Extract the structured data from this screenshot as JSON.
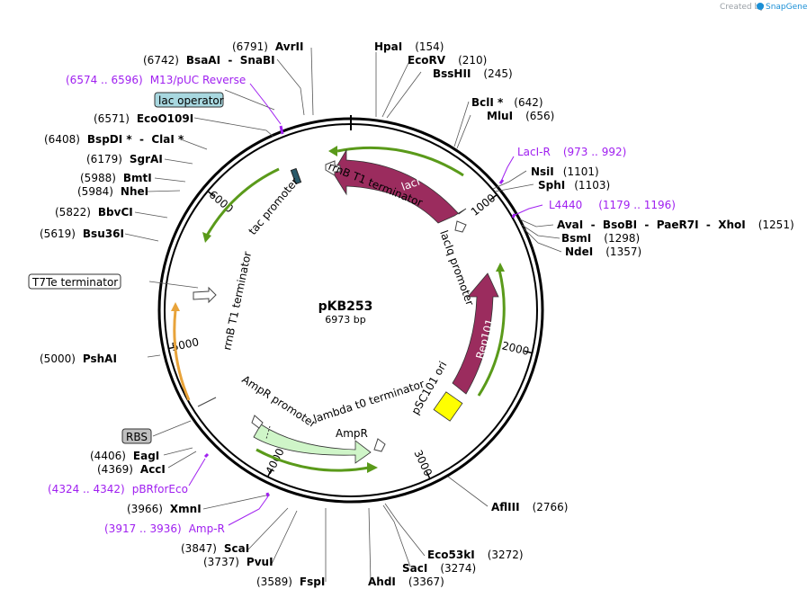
{
  "credit": {
    "prefix": "Created by",
    "brand": "SnapGene",
    "brand_color": "#1a8fd6"
  },
  "plasmid": {
    "name": "pKB253",
    "size_label": "6973 bp",
    "length": 6973
  },
  "colors": {
    "lacI": "#9b2c5e",
    "Rep101": "#9b2c5e",
    "AmpR": "#cff5c8",
    "ori": "#ffff00",
    "orf_green": "#5a9a1a",
    "orf_orange": "#e8a33a",
    "primer": "#a020f0",
    "lac_operator_box": "#a8d8e0",
    "rbs_box": "#c0c0c0"
  },
  "ticks": [
    {
      "pos": 1000,
      "label": "1000"
    },
    {
      "pos": 2000,
      "label": "2000"
    },
    {
      "pos": 3000,
      "label": "3000"
    },
    {
      "pos": 4000,
      "label": "4000"
    },
    {
      "pos": 5000,
      "label": "5000"
    },
    {
      "pos": 6000,
      "label": "6000"
    }
  ],
  "sites": [
    {
      "name": "HpaI",
      "pos": "(154)"
    },
    {
      "name": "EcoRV",
      "pos": "(210)"
    },
    {
      "name": "BssHII",
      "pos": "(245)"
    },
    {
      "name": "BclI *",
      "pos": "(642)"
    },
    {
      "name": "MluI",
      "pos": "(656)"
    },
    {
      "name": "NsiI",
      "pos": "(1101)"
    },
    {
      "name": "SphI",
      "pos": "(1103)"
    },
    {
      "name": "AvaI  -  BsoBI  -  PaeR7I  -  XhoI",
      "pos": "(1251)"
    },
    {
      "name": "BsmI",
      "pos": "(1298)"
    },
    {
      "name": "NdeI",
      "pos": "(1357)"
    },
    {
      "name": "AflIII",
      "pos": "(2766)"
    },
    {
      "name": "Eco53kI",
      "pos": "(3272)"
    },
    {
      "name": "SacI",
      "pos": "(3274)"
    },
    {
      "name": "AhdI",
      "pos": "(3367)"
    },
    {
      "name": "FspI",
      "pos": "(3589)"
    },
    {
      "name": "PvuI",
      "pos": "(3737)"
    },
    {
      "name": "ScaI",
      "pos": "(3847)"
    },
    {
      "name": "XmnI",
      "pos": "(3966)"
    },
    {
      "name": "AccI",
      "pos": "(4369)"
    },
    {
      "name": "EagI",
      "pos": "(4406)"
    },
    {
      "name": "PshAI",
      "pos": "(5000)"
    },
    {
      "name": "Bsu36I",
      "pos": "(5619)"
    },
    {
      "name": "BbvCI",
      "pos": "(5822)"
    },
    {
      "name": "NheI",
      "pos": "(5984)"
    },
    {
      "name": "BmtI",
      "pos": "(5988)"
    },
    {
      "name": "SgrAI",
      "pos": "(6179)"
    },
    {
      "name": "BspDI *  -  ClaI *",
      "pos": "(6408)"
    },
    {
      "name": "EcoO109I",
      "pos": "(6571)"
    },
    {
      "name": "BsaAI  -  SnaBI",
      "pos": "(6742)"
    },
    {
      "name": "AvrII",
      "pos": "(6791)"
    }
  ],
  "primers": [
    {
      "name": "M13/pUC Reverse",
      "range": "(6574 .. 6596)"
    },
    {
      "name": "LacI-R",
      "range": "(973 .. 992)"
    },
    {
      "name": "L4440",
      "range": "(1179 .. 1196)"
    },
    {
      "name": "pBRforEco",
      "range": "(4324 .. 4342)"
    },
    {
      "name": "Amp-R",
      "range": "(3917 .. 3936)"
    }
  ],
  "features": {
    "lacI": "lacI",
    "rep101": "Rep101",
    "ampr": "AmpR",
    "rrnb_t1_top": "rrnB T1 terminator",
    "laciq_promoter": "lacIq promoter",
    "tac_promoter": "tac promoter",
    "rrnb_t1_left": "rrnB T1 terminator",
    "psc101_ori": "pSC101 ori",
    "lambda_t0": "lambda t0 terminator",
    "ampr_promoter": "AmpR promoter",
    "lac_operator": "lac operator",
    "t7te_terminator": "T7Te terminator",
    "rbs": "RBS"
  }
}
